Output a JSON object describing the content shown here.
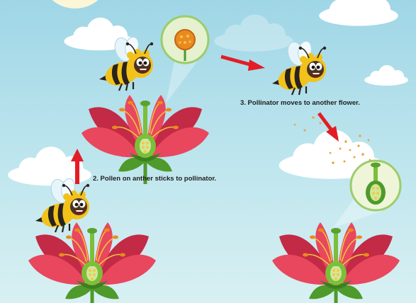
{
  "steps": [
    {
      "number": "2",
      "caption": "2. Pollen on anther sticks to pollinator."
    },
    {
      "number": "3",
      "caption": "3. Pollinator moves to another flower."
    }
  ],
  "elements": {
    "pollinator": "bee",
    "flowers": 3,
    "magnified_views": [
      "pollen-grain",
      "pistil"
    ]
  },
  "colors": {
    "sky_top": "#9fd6e6",
    "sky_bottom": "#d8f0f2",
    "petal": "#e8475e",
    "petal_dark": "#c22a45",
    "stem": "#4e9a2b",
    "arrow": "#e21d26",
    "pollen": "#e9a23b",
    "bee_yellow": "#f2c21b",
    "bee_black": "#2a221c"
  }
}
